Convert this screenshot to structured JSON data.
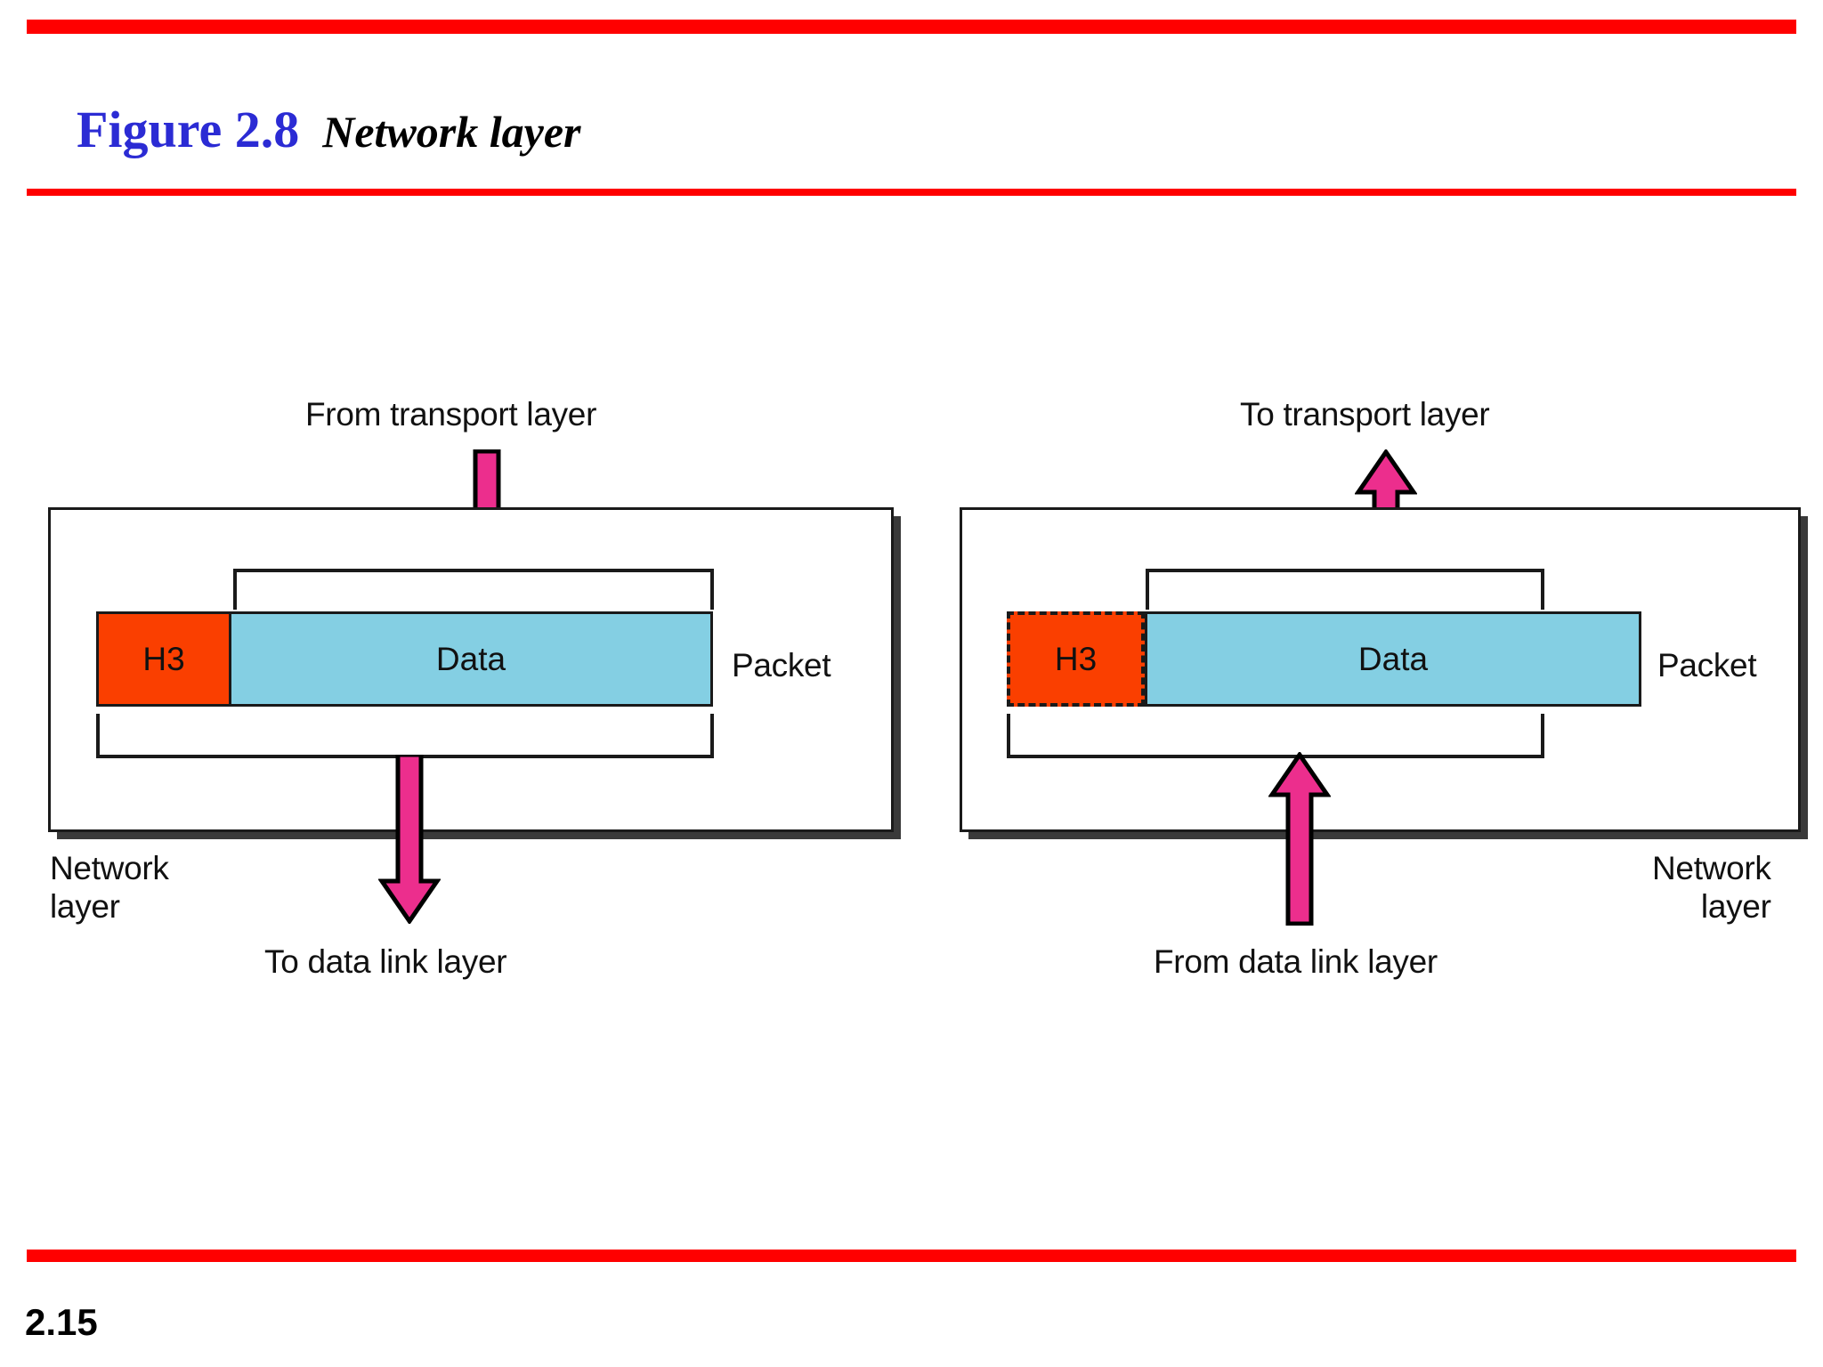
{
  "title": {
    "figure_number": "Figure 2.8",
    "figure_name": "Network layer"
  },
  "slide_number": "2.15",
  "colors": {
    "rule_red": "#ff0000",
    "title_blue": "#2b2bd4",
    "header_h3": "#fa3f00",
    "data_blue": "#84cfe3",
    "arrow_magenta": "#ec2e8d",
    "outline_black": "#1a1a1a"
  },
  "diagram": {
    "left": {
      "top_arrow_label": "From transport layer",
      "bottom_arrow_label": "To data link layer",
      "layer_label_line1": "Network",
      "layer_label_line2": "layer",
      "packet_label": "Packet",
      "segments": [
        {
          "name": "header",
          "label": "H3",
          "style": "solid"
        },
        {
          "name": "payload",
          "label": "Data",
          "style": "solid"
        }
      ],
      "top_arrow_direction": "down",
      "bottom_arrow_direction": "down"
    },
    "right": {
      "top_arrow_label": "To transport layer",
      "bottom_arrow_label": "From data link layer",
      "layer_label_line1": "Network",
      "layer_label_line2": "layer",
      "packet_label": "Packet",
      "segments": [
        {
          "name": "header",
          "label": "H3",
          "style": "dashed"
        },
        {
          "name": "payload",
          "label": "Data",
          "style": "solid"
        }
      ],
      "top_arrow_direction": "up",
      "bottom_arrow_direction": "up"
    }
  }
}
